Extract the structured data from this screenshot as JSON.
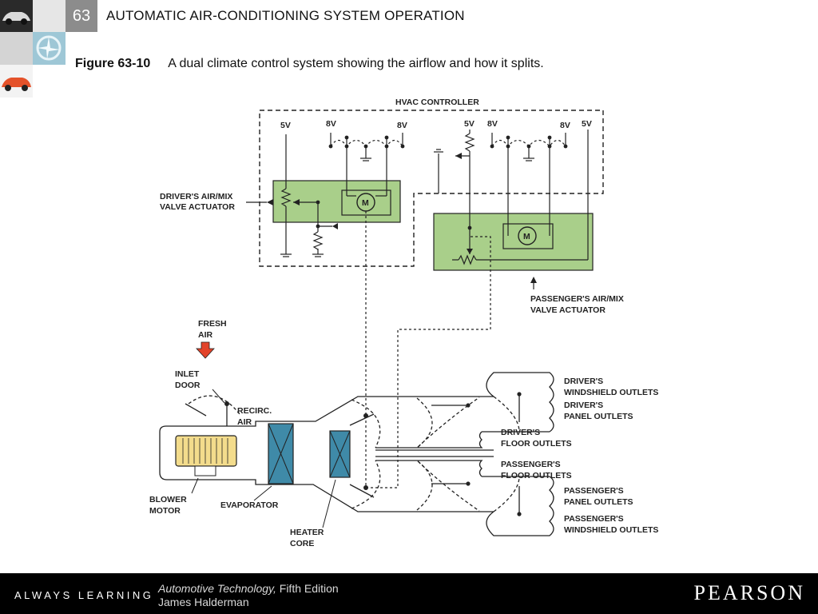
{
  "header": {
    "chapter_number": "63",
    "title": "AUTOMATIC AIR-CONDITIONING SYSTEM OPERATION"
  },
  "caption": {
    "label": "Figure 63-10",
    "text": "A dual climate control system showing the airflow and how it splits."
  },
  "diagram": {
    "labels": {
      "hvac_controller": "HVAC CONTROLLER",
      "v5_a": "5V",
      "v8_a": "8V",
      "v8_b": "8V",
      "v5_b": "5V",
      "v8_c": "8V",
      "v8_d": "8V",
      "v5_c": "5V",
      "motor_a": "M",
      "motor_b": "M",
      "driver_actuator_1": "DRIVER'S AIR/MIX",
      "driver_actuator_2": "VALVE ACTUATOR",
      "passenger_actuator_1": "PASSENGER'S AIR/MIX",
      "passenger_actuator_2": "VALVE ACTUATOR",
      "fresh_air_1": "FRESH",
      "fresh_air_2": "AIR",
      "inlet_door_1": "INLET",
      "inlet_door_2": "DOOR",
      "recirc_1": "RECIRC.",
      "recirc_2": "AIR",
      "blower_1": "BLOWER",
      "blower_2": "MOTOR",
      "evaporator": "EVAPORATOR",
      "heater_1": "HEATER",
      "heater_2": "CORE",
      "drv_windshield_1": "DRIVER'S",
      "drv_windshield_2": "WINDSHIELD OUTLETS",
      "drv_panel_1": "DRIVER'S",
      "drv_panel_2": "PANEL OUTLETS",
      "drv_floor_1": "DRIVER'S",
      "drv_floor_2": "FLOOR OUTLETS",
      "pas_floor_1": "PASSENGER'S",
      "pas_floor_2": "FLOOR OUTLETS",
      "pas_panel_1": "PASSENGER'S",
      "pas_panel_2": "PANEL OUTLETS",
      "pas_windshield_1": "PASSENGER'S",
      "pas_windshield_2": "WINDSHIELD OUTLETS"
    },
    "colors": {
      "actuator_fill": "#a9cf8a",
      "coil_fill": "#3f8aa8",
      "blower_fill": "#f3dc8c",
      "arrow_red": "#e2432a"
    }
  },
  "footer": {
    "tagline": "ALWAYS LEARNING",
    "book_title": "Automotive Technology,",
    "edition": "Fifth Edition",
    "author": "James Halderman",
    "publisher": "PEARSON"
  }
}
